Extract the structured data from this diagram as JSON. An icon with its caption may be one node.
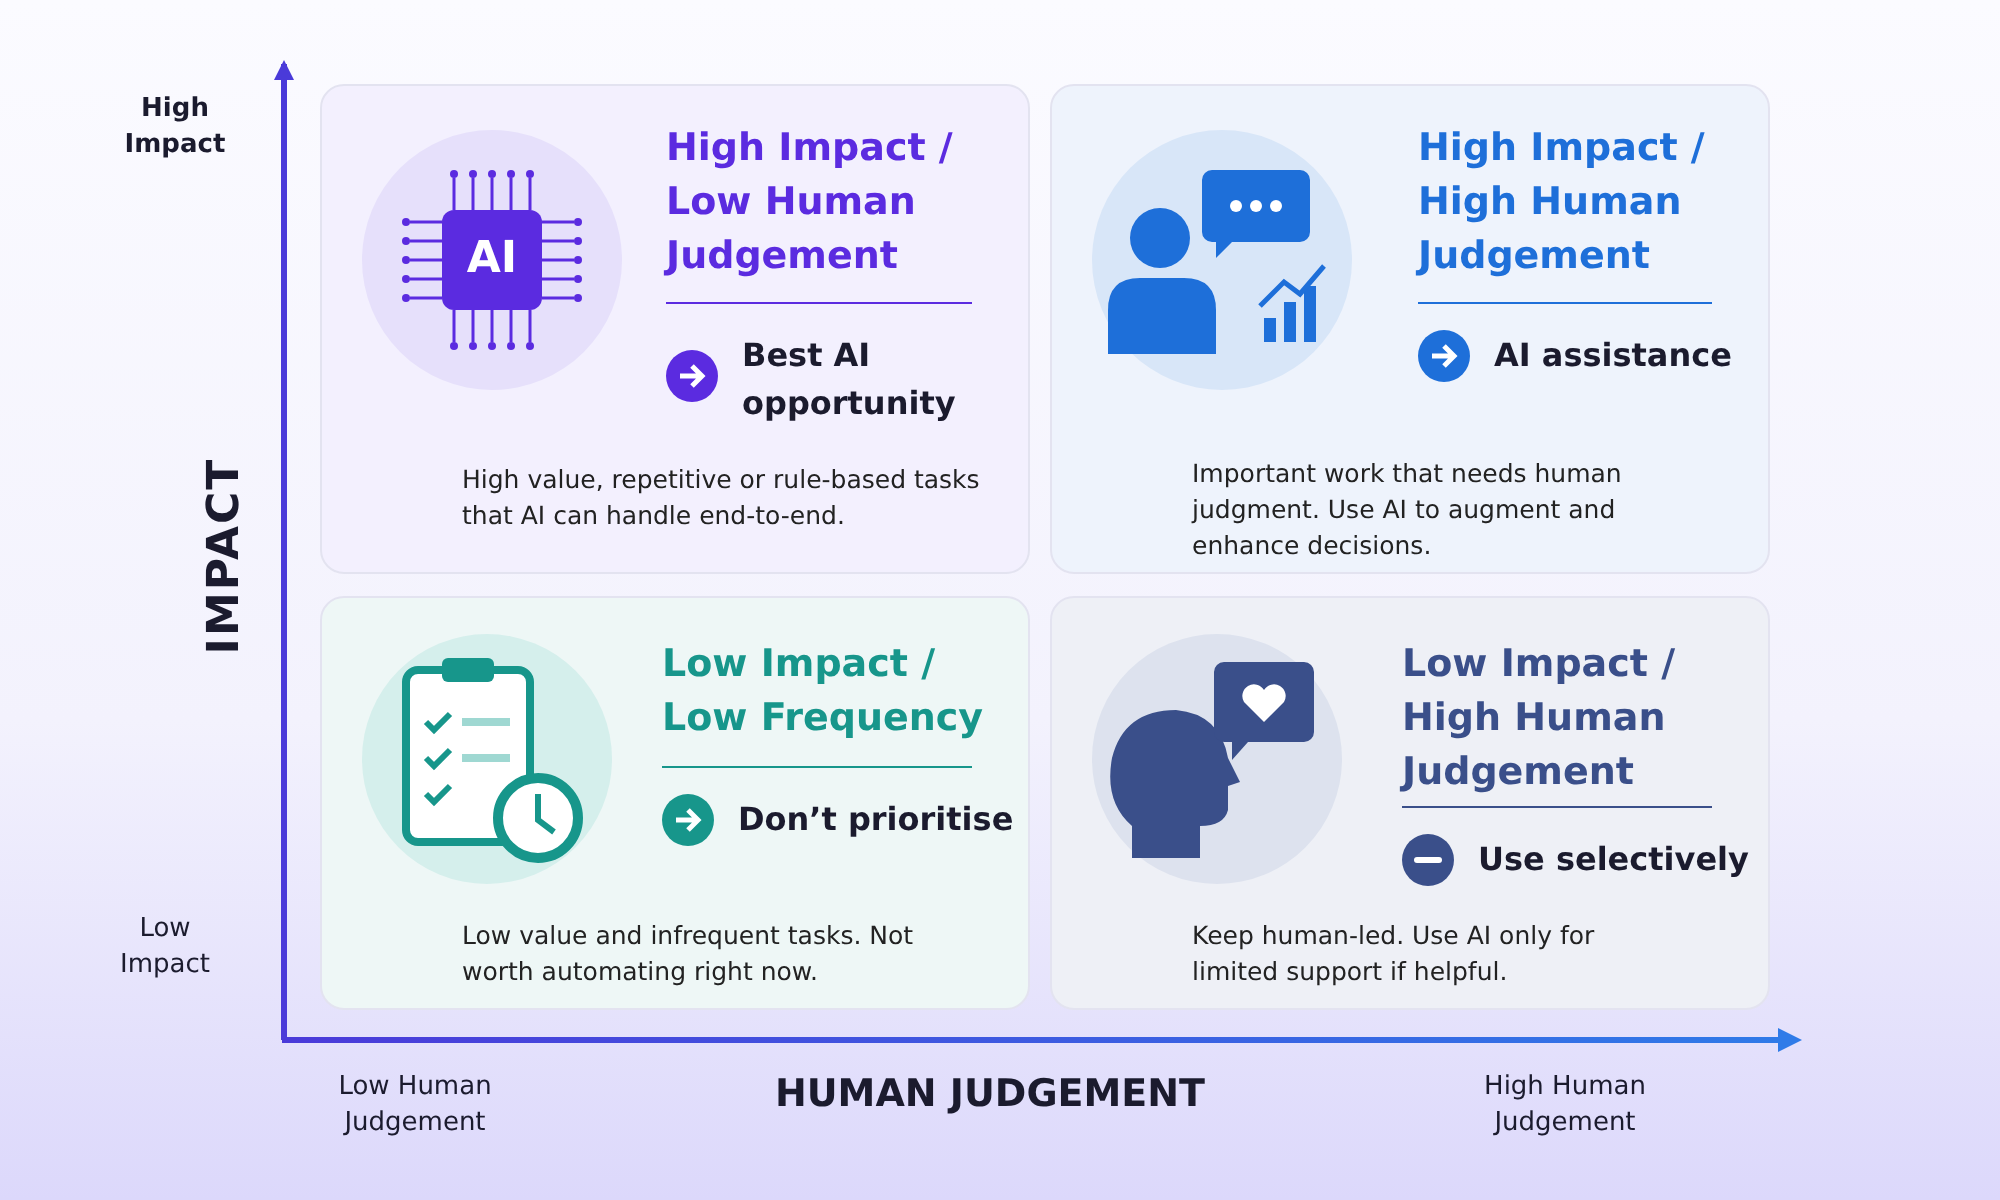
{
  "diagram": {
    "nodes": [
      {
        "text": [
          "High Impact / Low Human Judgement",
          "Best AI opportunity",
          "High value, repetitive or rule-based tasks that AI can handle end-to-end."
        ]
      },
      {
        "text": [
          "High Impact / High Human Judgement",
          "AI assistance",
          "Important work that needs human judgment. Use AI to augment and enhance decisions."
        ]
      },
      {
        "text": [
          "Low Impact / Low Frequency",
          "Don’t prioritise",
          "Low value and infrequent tasks. Not worth automating right now."
        ]
      },
      {
        "text": [
          "Low Impact / High Human Judgement",
          "Use selectively",
          "Keep human-led. Use AI only for limited support if helpful."
        ]
      }
    ],
    "edges": [],
    "labels": [
      "High Impact",
      "AI",
      "IMPACT",
      "Low Impact",
      "Low Human Judgement",
      "HUMAN JUDGEMENT",
      "High Human Judgement"
    ]
  }
}
